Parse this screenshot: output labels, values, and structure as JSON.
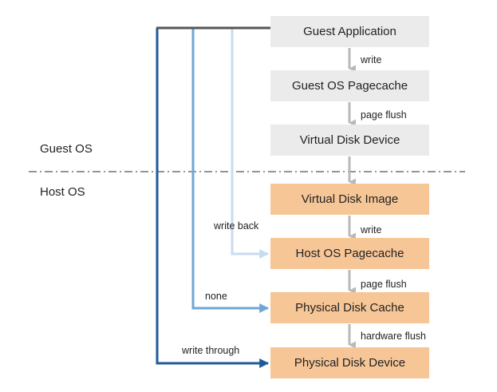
{
  "zones": {
    "guest": "Guest OS",
    "host": "Host OS"
  },
  "boxes": [
    {
      "label": "Guest Application",
      "layer": "guest"
    },
    {
      "label": "Guest OS Pagecache",
      "layer": "guest"
    },
    {
      "label": "Virtual Disk Device",
      "layer": "guest"
    },
    {
      "label": "Virtual Disk Image",
      "layer": "host"
    },
    {
      "label": "Host OS Pagecache",
      "layer": "host"
    },
    {
      "label": "Physical Disk Cache",
      "layer": "host"
    },
    {
      "label": "Physical Disk Device",
      "layer": "host"
    }
  ],
  "flow_labels": {
    "write_1": "write",
    "page_flush_1": "page flush",
    "write_2": "write",
    "page_flush_2": "page flush",
    "hardware_flush": "hardware flush"
  },
  "cache_modes": {
    "write_back": "write back",
    "none": "none",
    "write_through": "write through"
  },
  "colors": {
    "guest_box": "#ebebeb",
    "host_box": "#f7c697",
    "flow_arrow": "#b9b9b9",
    "write_back_line": "#c7dcef",
    "none_line": "#6fa6d6",
    "write_through_line": "#1f5a9a",
    "app_line": "#555555",
    "separator": "#555555"
  }
}
